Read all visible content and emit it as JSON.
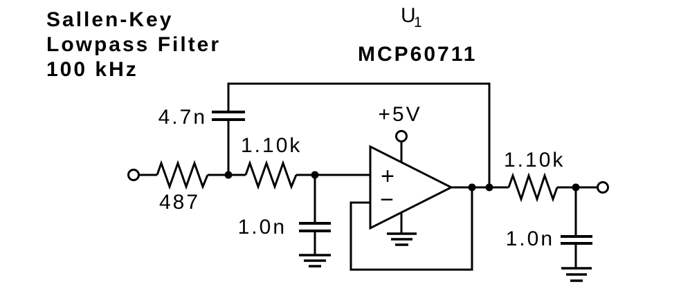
{
  "colors": {
    "ink": "#000000",
    "background": "#ffffff"
  },
  "title": {
    "line1": "Sallen-Key",
    "line2": "Lowpass Filter",
    "line3": "100 kHz"
  },
  "opamp": {
    "refdes": "U",
    "refdes_subscript": "1",
    "part_number": "MCP60711",
    "supply_label": "+5V",
    "noninverting_symbol": "+",
    "inverting_symbol": "−"
  },
  "components": {
    "input_resistor_value": "487",
    "series_resistor_value": "1.10k",
    "feedback_capacitor_value": "4.7n",
    "shunt_capacitor_value": "1.0n",
    "output_resistor_value": "1.10k",
    "output_capacitor_value": "1.0n"
  }
}
